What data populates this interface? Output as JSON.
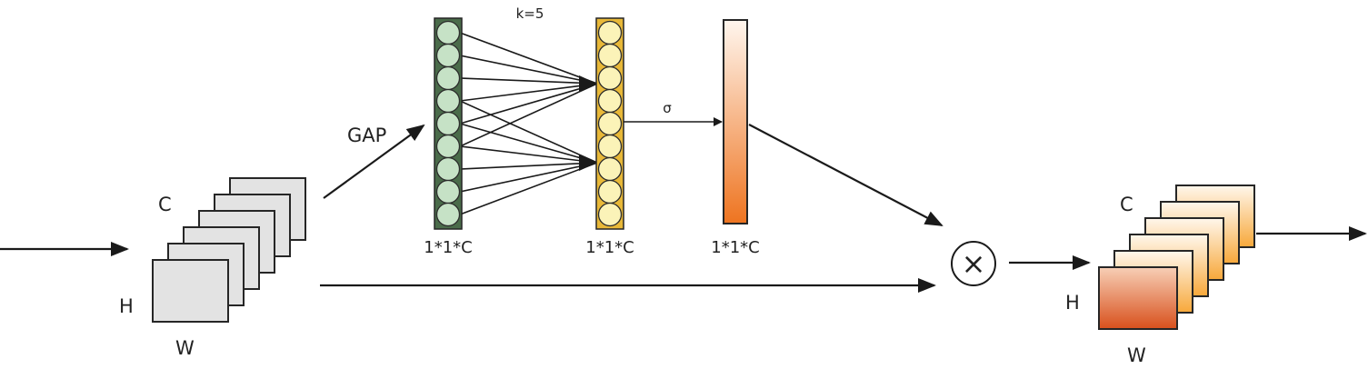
{
  "labels": {
    "gap": "GAP",
    "kernel": "k=5",
    "sigma": "σ",
    "input_c": "C",
    "input_h": "H",
    "input_w": "W",
    "vec_gap": "1*1*C",
    "vec_conv": "1*1*C",
    "vec_sigmoid": "1*1*C",
    "output_c": "C",
    "output_h": "H",
    "output_w": "W"
  },
  "operators": {
    "multiply": "×"
  },
  "colors": {
    "line": "#1a1a1a",
    "input_fill": "#e3e3e3",
    "input_stroke": "#262626",
    "gap_node_fill": "#c6e2c6",
    "gap_bar_fill": "#4a6b4a",
    "conv_node_fill": "#fbf3b8",
    "conv_bar_fill": "#e8b838",
    "sigmoid_top": "#fff6ee",
    "sigmoid_bottom": "#ee7420",
    "output_front_top": "#f7cfb6",
    "output_front_bottom": "#d8501c",
    "output_back_top": "#fff7ec",
    "output_back_bottom": "#f7a83a"
  },
  "structure": {
    "input_stack_count": 6,
    "gap_vector_nodes": 9,
    "conv_vector_nodes": 9,
    "output_stack_count": 6
  }
}
